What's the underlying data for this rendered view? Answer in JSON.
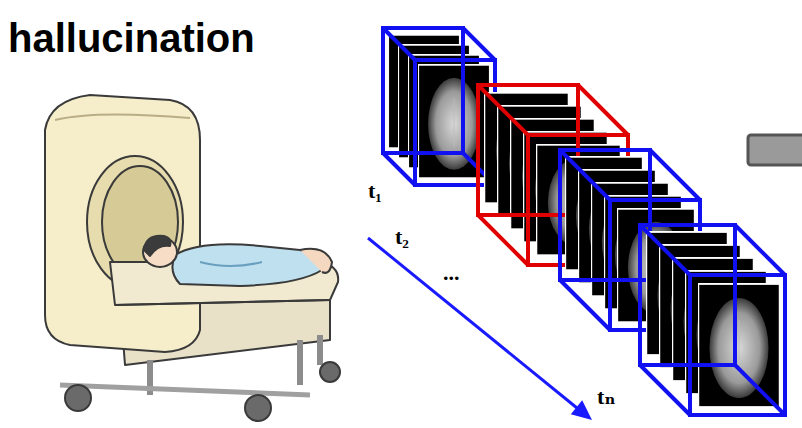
{
  "diagram": {
    "labels": [
      "hallucination",
      "t₁",
      "t₂",
      "...",
      "tₙ"
    ]
  }
}
